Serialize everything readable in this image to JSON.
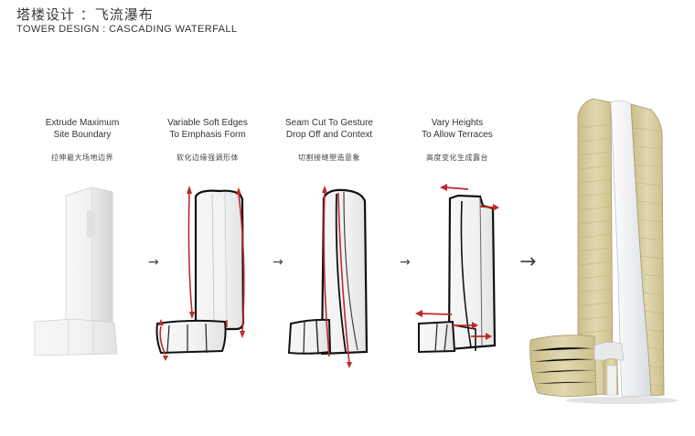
{
  "header": {
    "title_cn": "塔楼设计 ：飞流瀑布",
    "title_en": "TOWER DESIGN : CASCADING WATERFALL"
  },
  "steps": [
    {
      "line1": "Extrude Maximum",
      "line2": "Site Boundary",
      "cn": "拉伸最大场地边界"
    },
    {
      "line1": "Variable Soft Edges",
      "line2": "To Emphasis Form",
      "cn": "软化边缘强调形体"
    },
    {
      "line1": "Seam Cut To Gesture",
      "line2": "Drop Off and Context",
      "cn": "切割接缝塑造意象"
    },
    {
      "line1": "Vary Heights",
      "line2": "To Allow Terraces",
      "cn": "高度变化生成露台"
    }
  ],
  "arrows": {
    "glyph": "→"
  },
  "colors": {
    "sketch_red": "#c0292b",
    "massing_white": "#f4f4f4",
    "facade_tan": "#d8cfa4",
    "glass": "#eef1f4"
  }
}
